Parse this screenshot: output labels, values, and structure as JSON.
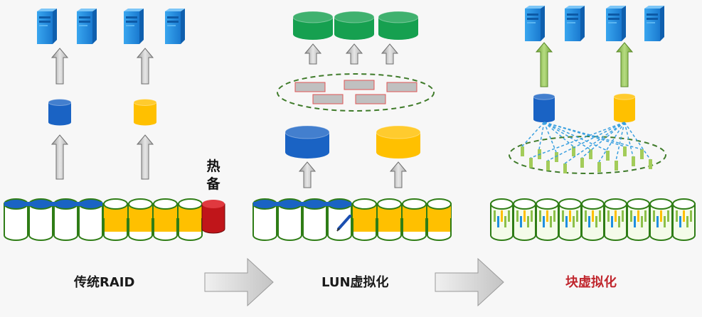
{
  "stages": [
    {
      "label": "传统RAID",
      "color": "#1a1a1a"
    },
    {
      "label": "LUN虚拟化",
      "color": "#1a1a1a"
    },
    {
      "label": "块虚拟化",
      "color": "#c0262d"
    }
  ],
  "hot_spare": {
    "line1": "热",
    "line2": "备"
  },
  "colors": {
    "server_blue": "#1f8fe0",
    "raid_blue": "#1a63c4",
    "raid_yellow": "#ffc000",
    "lun_green": "#16a050",
    "disk_outline": "#2f7d16",
    "hot_spare_red": "#c0151a",
    "chunk_gray": "#c0c0c0",
    "chunk_border": "#e05555",
    "green_arrow": "#8cbd4a",
    "pool_dash": "#3f7b2a"
  },
  "icons": [
    "server-icon",
    "database-icon",
    "up-arrow-icon",
    "right-arrow-icon",
    "disk-icon",
    "pen-icon"
  ]
}
